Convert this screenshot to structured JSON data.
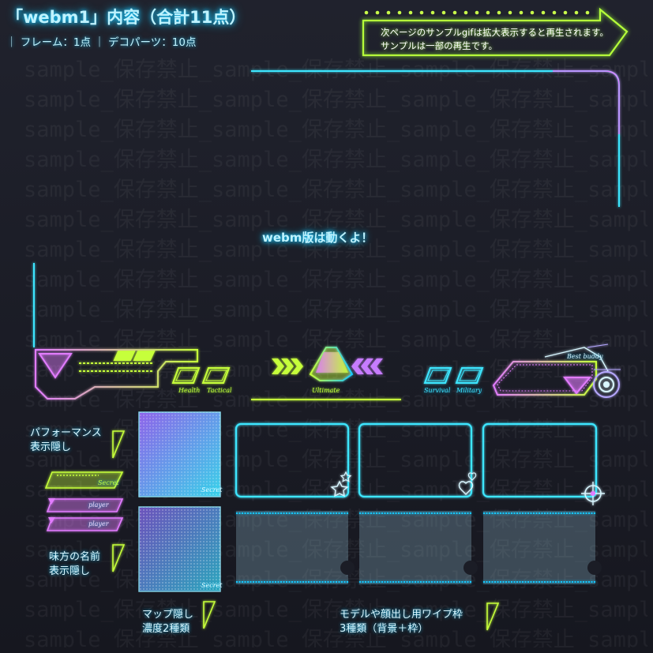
{
  "header": {
    "title": "「webm1」内容（合計11点）",
    "subtitle": "｜ フレーム：1点 ｜ デコパーツ：10点"
  },
  "notice": {
    "text": "次ページのサンプルgifは拡大表示すると再生されます。サンプルは一部の再生です。"
  },
  "watermark": "sample_保存禁止_",
  "center_label": "webm版は動くよ！",
  "hud": {
    "health": "Health",
    "tactical": "Tactical",
    "ultimate": "Ultimate",
    "survival": "Survival",
    "military": "Military",
    "best_buddy": "Best buddy"
  },
  "labels": {
    "performance": "パフォーマンス\n表示隠し",
    "ally_names": "味方の名前\n表示隠し",
    "map_hide": "マップ隠し\n濃度2種類",
    "wipe_frames": "モデルや顔出し用ワイプ枠\n3種類（背景＋枠）"
  },
  "parts": {
    "secret": "Secret",
    "player": "player"
  },
  "colors": {
    "cyan": "#19c8ff",
    "green": "#b6ff3a",
    "pink": "#e27bff",
    "purple": "#9b6bff"
  }
}
